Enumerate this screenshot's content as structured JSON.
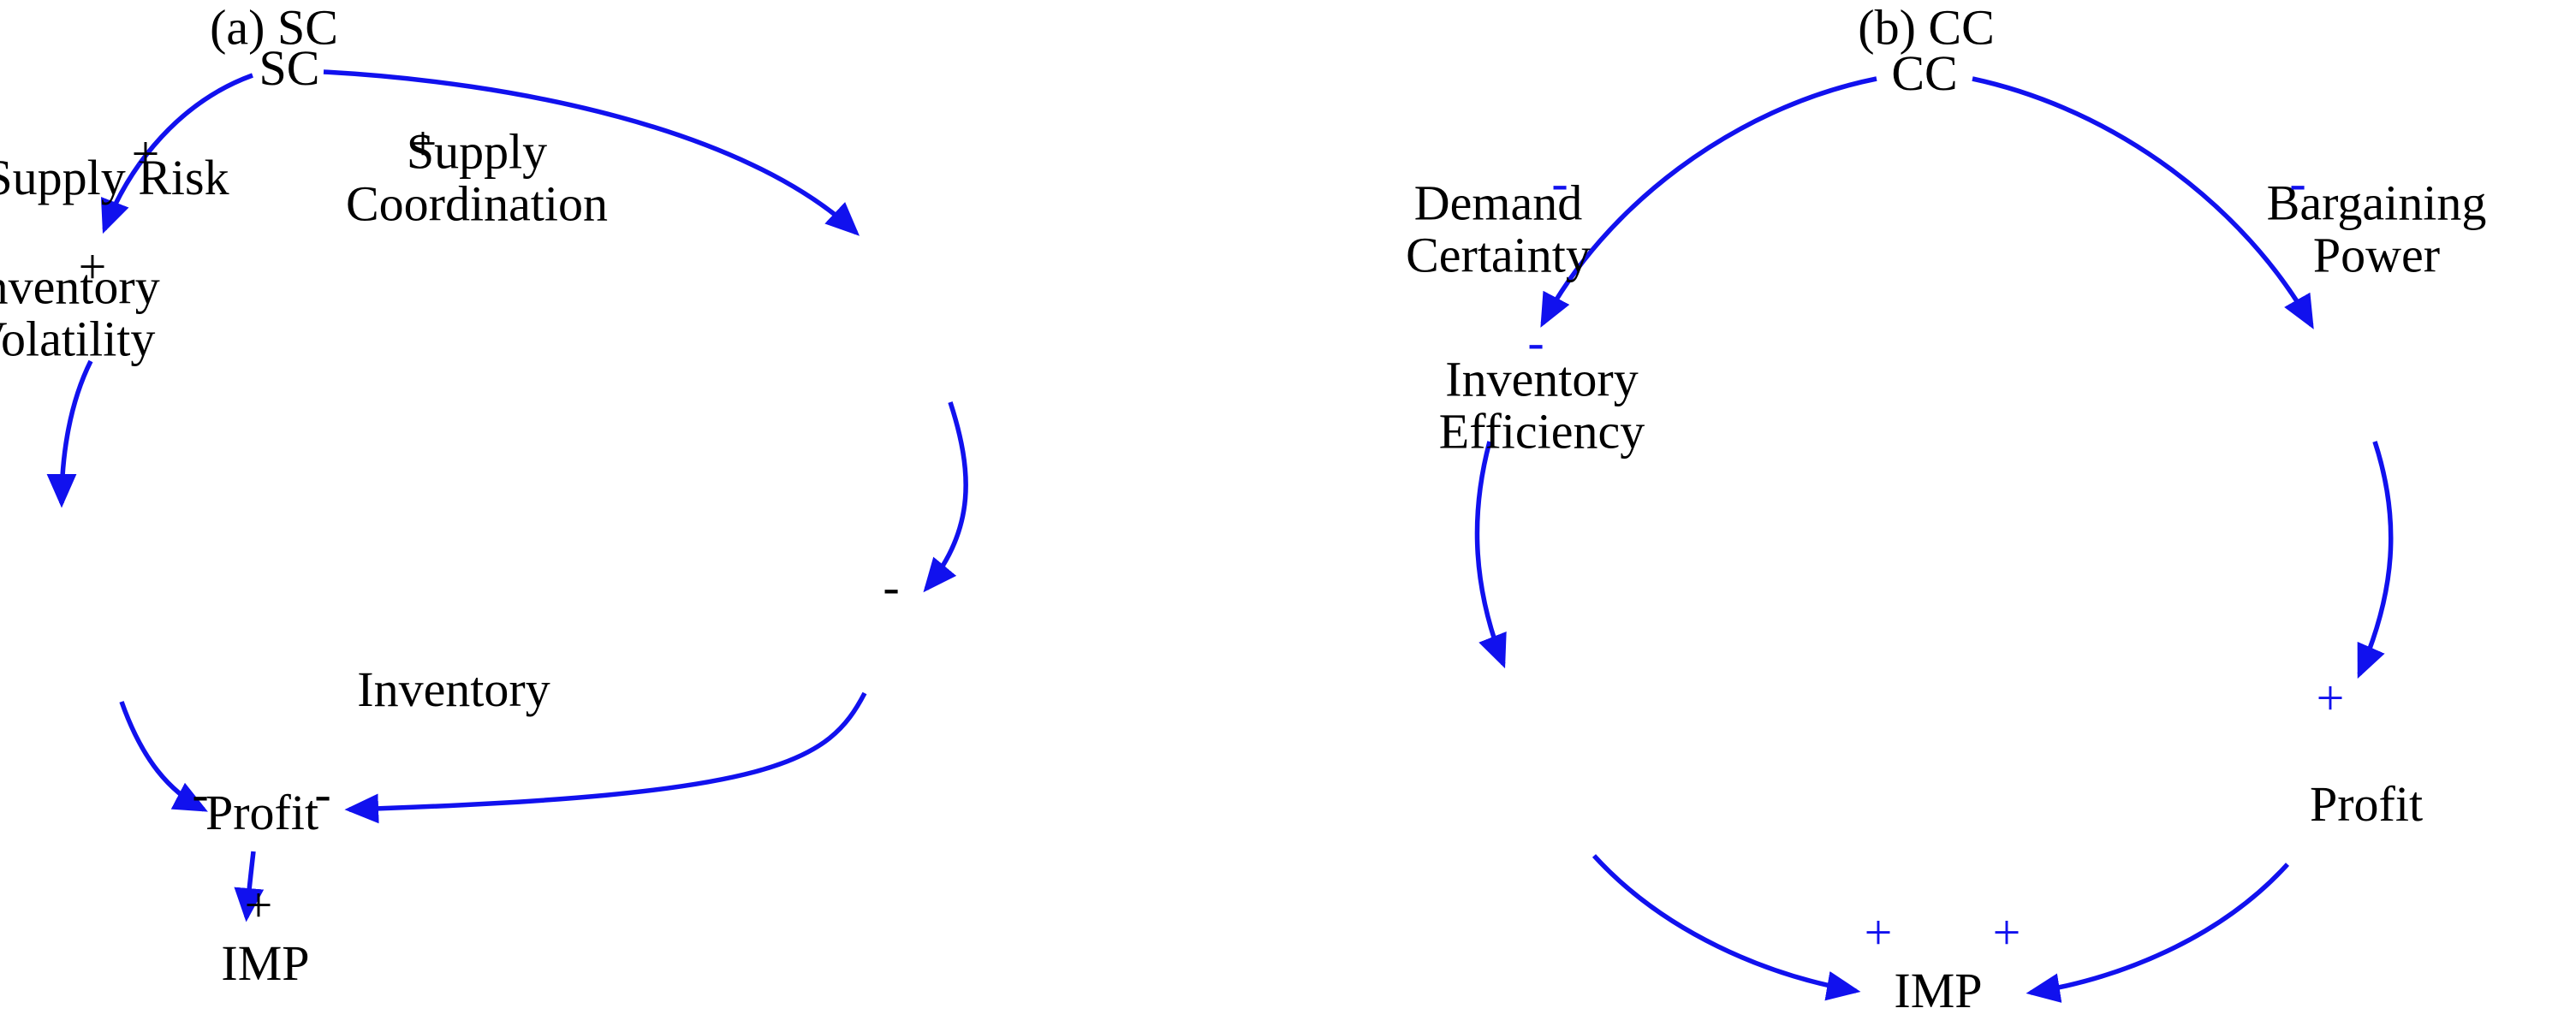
{
  "figure": {
    "background_color": "#ffffff",
    "arrow_color": "#1111ee",
    "text_color": "#000000",
    "panels": [
      {
        "id": "a",
        "title": "(a) SC",
        "hub_label": "SC",
        "sign_color": "#000000",
        "nodes": [
          {
            "key": "sc",
            "label": "SC"
          },
          {
            "key": "supply-risk",
            "label": "Supply Risk"
          },
          {
            "key": "inventory-volatility",
            "label": "Inventory\nVolatility"
          },
          {
            "key": "profit",
            "label": "Profit"
          },
          {
            "key": "imp",
            "label": "IMP"
          },
          {
            "key": "inventory",
            "label": "Inventory"
          },
          {
            "key": "supply-coordination",
            "label": "Supply\nCoordination"
          }
        ],
        "edges": [
          {
            "from": "sc",
            "to": "supply-risk",
            "sign": "+"
          },
          {
            "from": "supply-risk",
            "to": "inventory-volatility",
            "sign": "+"
          },
          {
            "from": "inventory-volatility",
            "to": "profit",
            "sign": "-"
          },
          {
            "from": "profit",
            "to": "imp",
            "sign": "+"
          },
          {
            "from": "inventory",
            "to": "profit",
            "sign": "-"
          },
          {
            "from": "supply-coordination",
            "to": "inventory",
            "sign": "-"
          },
          {
            "from": "sc",
            "to": "supply-coordination",
            "sign": "+"
          }
        ]
      },
      {
        "id": "b",
        "title": "(b) CC",
        "hub_label": "CC",
        "sign_color": "#1111ee",
        "nodes": [
          {
            "key": "cc",
            "label": "CC"
          },
          {
            "key": "demand-certainty",
            "label": "Demand\nCertainty"
          },
          {
            "key": "inventory-efficiency",
            "label": "Inventory\nEfficiency"
          },
          {
            "key": "imp",
            "label": "IMP"
          },
          {
            "key": "profit",
            "label": "Profit"
          },
          {
            "key": "bargaining-power",
            "label": "Bargaining\nPower"
          }
        ],
        "edges": [
          {
            "from": "cc",
            "to": "demand-certainty",
            "sign": "-"
          },
          {
            "from": "demand-certainty",
            "to": "inventory-efficiency",
            "sign": "-"
          },
          {
            "from": "inventory-efficiency",
            "to": "imp",
            "sign": "+"
          },
          {
            "from": "profit",
            "to": "imp",
            "sign": "+"
          },
          {
            "from": "bargaining-power",
            "to": "profit",
            "sign": "+"
          },
          {
            "from": "cc",
            "to": "bargaining-power",
            "sign": "-"
          }
        ]
      }
    ]
  }
}
